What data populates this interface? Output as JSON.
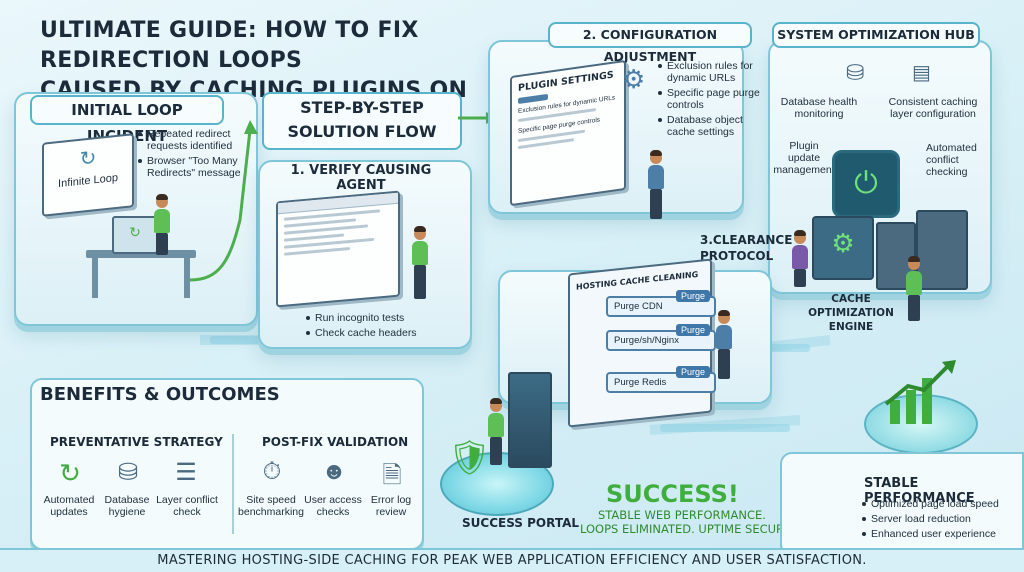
{
  "title": {
    "line1": "ULTIMATE GUIDE: HOW TO FIX REDIRECTION LOOPS",
    "line2": "CAUSED BY CACHING PLUGINS ON HOSTING"
  },
  "initial": {
    "title": "INITIAL LOOP INCIDENT",
    "bullets": [
      "Repeated redirect requests identified",
      "Browser \"Too Many Redirects\" message"
    ],
    "screen_text": "Infinite Loop"
  },
  "flow": {
    "title_line1": "STEP-BY-STEP",
    "title_line2": "SOLUTION FLOW"
  },
  "step1": {
    "title": "1. VERIFY CAUSING AGENT",
    "bullets": [
      "Run incognito tests",
      "Check cache headers"
    ]
  },
  "step2": {
    "title": "2. CONFIGURATION ADJUSTMENT",
    "panel_title": "PLUGIN SETTINGS",
    "panel_sub": "Exclusion rules for dynamic URLs",
    "panel_sub2": "Specific page purge controls",
    "bullets": [
      "Exclusion rules for dynamic URLs",
      "Specific page purge controls",
      "Database object cache settings"
    ]
  },
  "step3": {
    "title_line1": "3.CLEARANCE",
    "title_line2": "PROTOCOL",
    "panel_title": "HOSTING CACHE CLEANING",
    "rows": [
      {
        "label": "Purge CDN",
        "button": "Purge"
      },
      {
        "label": "Purge/sh/Nginx",
        "button": "Purge"
      },
      {
        "label": "Purge Redis",
        "button": "Purge"
      }
    ]
  },
  "hub": {
    "title": "SYSTEM OPTIMIZATION HUB",
    "labels": {
      "db": "Database health monitoring",
      "cache": "Consistent caching layer configuration",
      "plugin": "Plugin update management",
      "conflict": "Automated conflict checking"
    },
    "engine_line1": "CACHE OPTIMIZATION",
    "engine_line2": "ENGINE"
  },
  "benefits": {
    "title": "BENEFITS & OUTCOMES",
    "preventative": {
      "title": "PREVENTATIVE STRATEGY",
      "items": [
        "Automated updates",
        "Database hygiene",
        "Layer conflict check"
      ]
    },
    "validation": {
      "title": "POST-FIX VALIDATION",
      "items": [
        "Site speed benchmarking",
        "User access checks",
        "Error log review"
      ]
    }
  },
  "portal": {
    "label": "SUCCESS PORTAL"
  },
  "success": {
    "headline": "SUCCESS!",
    "line1": "STABLE WEB PERFORMANCE.",
    "line2": "LOOPS ELIMINATED. UPTIME SECURED."
  },
  "stable": {
    "title": "STABLE PERFORMANCE",
    "bullets": [
      "Optimized page load speed",
      "Server load reduction",
      "Enhanced user experience"
    ]
  },
  "footer": "MASTERING HOSTING-SIDE CACHING FOR PEAK WEB APPLICATION EFFICIENCY AND USER SATISFACTION.",
  "colors": {
    "accent": "#4cae4c",
    "panel_border": "#58b4cb",
    "text": "#1c2b3a",
    "success": "#3fae3f"
  }
}
